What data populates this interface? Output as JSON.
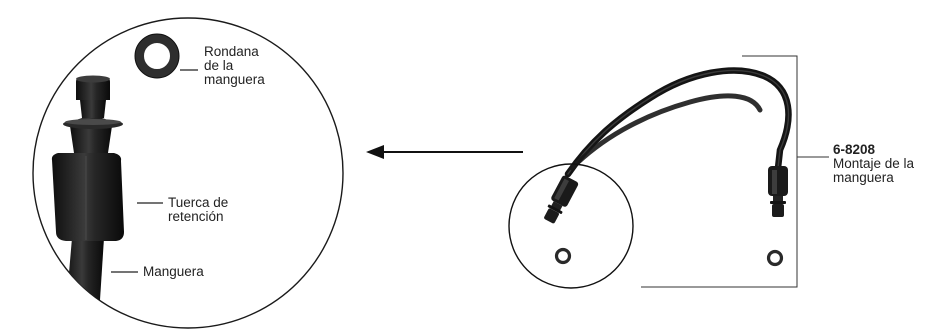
{
  "detail_labels": {
    "washer": [
      "Rondana",
      "de la",
      "manguera"
    ],
    "nut": [
      "Tuerca de",
      "retención"
    ],
    "hose": [
      "Manguera"
    ]
  },
  "assembly": {
    "part_number": "6-8208",
    "description": [
      "Montaje de la",
      "manguera"
    ]
  },
  "colors": {
    "hose": "#1b1b1b",
    "line": "#222222",
    "background": "#ffffff"
  }
}
